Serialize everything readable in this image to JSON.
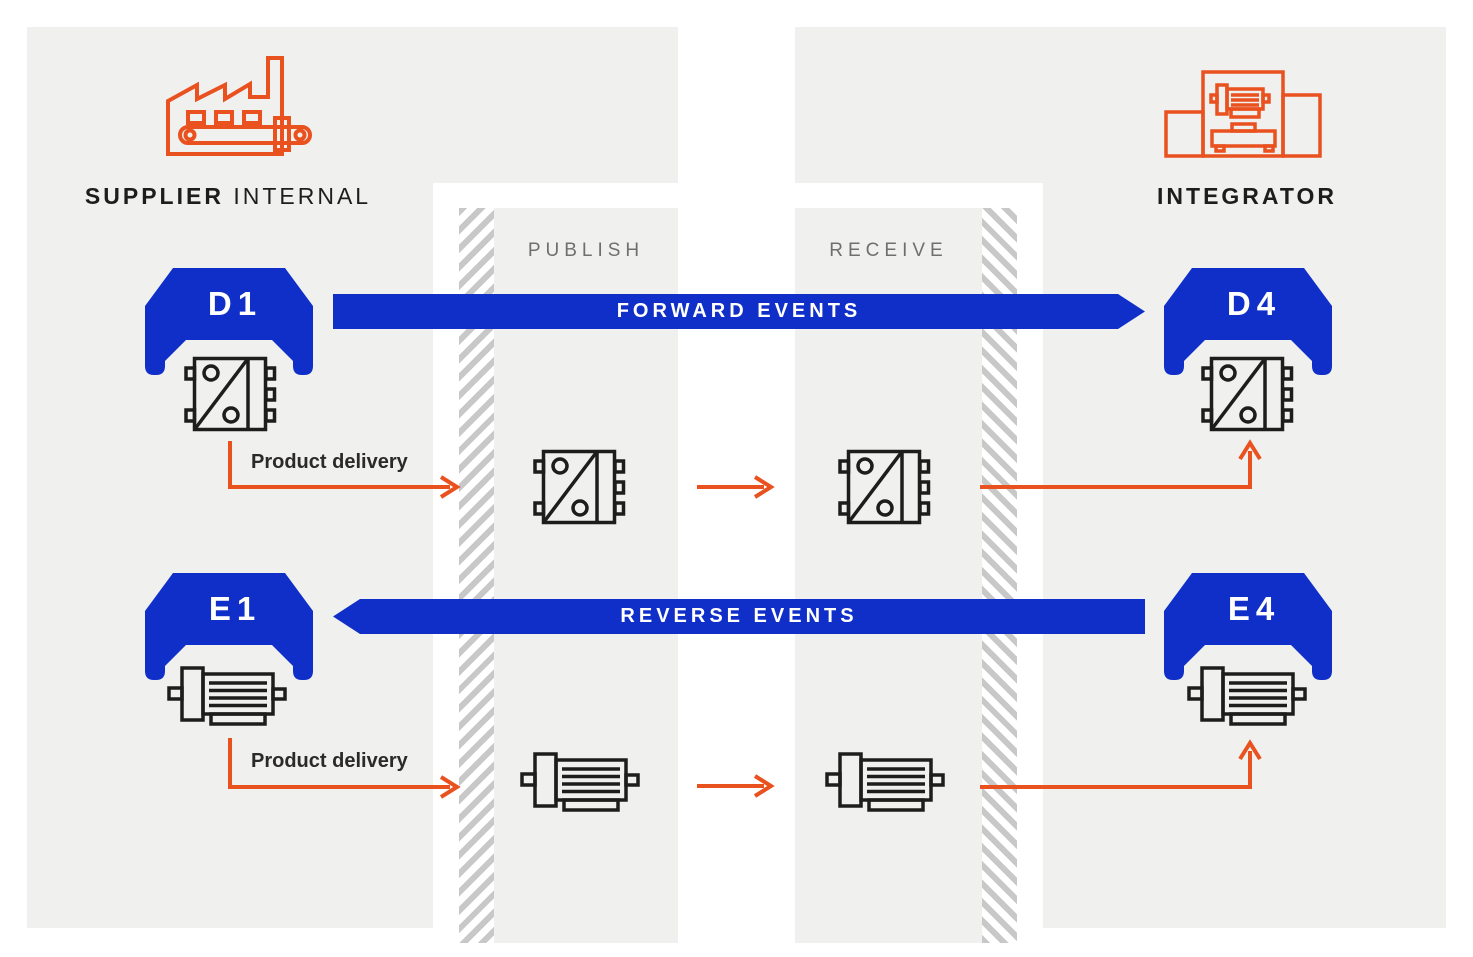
{
  "colors": {
    "blue": "#0F2FC8",
    "orange": "#E9511F",
    "dark": "#1D1D1B",
    "panel_gray": "#F0F0EF",
    "hatch_gray": "#C8C8C8",
    "muted": "#6F6F6E",
    "white": "#FFFFFF"
  },
  "left_header": {
    "title_bold": "SUPPLIER",
    "title_regular": "INTERNAL"
  },
  "right_header": {
    "title": "INTEGRATOR"
  },
  "pipeline": {
    "publish_label": "PUBLISH",
    "receive_label": "RECEIVE"
  },
  "flows": {
    "forward_label": "FORWARD EVENTS",
    "reverse_label": "REVERSE EVENTS"
  },
  "nodes": {
    "d1": "D1",
    "d4": "D4",
    "e1": "E1",
    "e4": "E4"
  },
  "annotations": {
    "product_delivery_d": "Product delivery",
    "product_delivery_e": "Product delivery"
  },
  "icons": {
    "factory": "factory-conveyor-icon",
    "integrator_machine": "assembly-machine-icon",
    "contactor": "contactor-icon",
    "motor": "motor-icon"
  }
}
